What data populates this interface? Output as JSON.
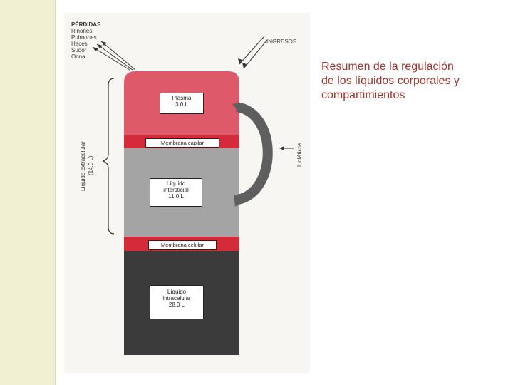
{
  "caption": {
    "line1": "Resumen de la regulación",
    "line2": "de los líquidos corporales y",
    "line3": "compartimientos"
  },
  "figure": {
    "losses": {
      "title": "PÉRDIDAS",
      "items": [
        "Riñones",
        "Pulmones",
        "Heces",
        "Sudor",
        "Orina"
      ]
    },
    "ingresos_label": "INGRESOS",
    "linfaticos_label": "Linfáticos",
    "extracelular_label": "Líquido extracelular",
    "extracelular_volume": "(14.0 L)",
    "plasma": {
      "name": "Plasma",
      "volume": "3.0 L"
    },
    "membrana_capilar": "Membrana capilar",
    "intersticial": {
      "name1": "Líquido",
      "name2": "intersticial",
      "volume": "11.0 L"
    },
    "membrana_celular": "Membrana celular",
    "intracelular": {
      "name1": "Líquido",
      "name2": "intracelular",
      "volume": "28.0 L"
    },
    "colors": {
      "plasma": "#de5a6a",
      "membrane": "#d42a3a",
      "interstitial": "#a4a4a4",
      "intracellular": "#3b3b3b"
    }
  }
}
